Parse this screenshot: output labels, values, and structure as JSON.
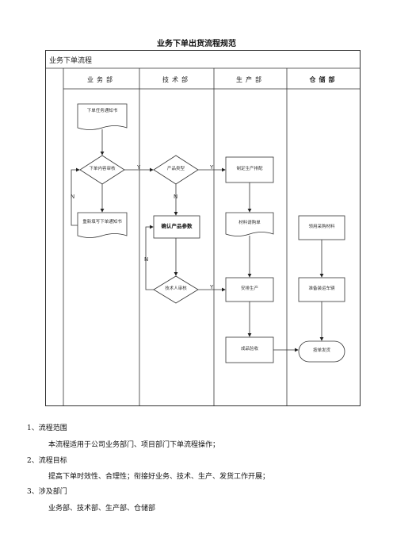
{
  "document": {
    "title": "业务下单出货流程规范"
  },
  "flowchart": {
    "frame_title": "业务下单流程",
    "lanes": [
      "业务部",
      "技术部",
      "生产部",
      "仓储部"
    ],
    "nodes": {
      "notice": "下单任务通知书",
      "sales_review": "下单内容审核",
      "revise_notice": "重新填写下单通知书",
      "product_type": "产品类型",
      "confirm_params": "确认产品参数",
      "tech_review": "技术人审核",
      "schedule": "制定生产排配",
      "material_prep": "材料请购单",
      "arrange_production": "安排生产",
      "final_inspection": "成品验收",
      "warehouse_material": "领用采购材料",
      "prepare_ship": "准备装运车辆",
      "ship": "按单发货"
    },
    "labels": {
      "yes": "Y",
      "no": "N"
    }
  },
  "sections": [
    {
      "num": "1、",
      "heading": "流程范围",
      "body": "本流程适用于公司业务部门、项目部门下单流程操作；"
    },
    {
      "num": "2、",
      "heading": "流程目标",
      "body": "提高下单时效性、合理性；衔接好业务、技术、生产、发货工作开展；"
    },
    {
      "num": "3、",
      "heading": "涉及部门",
      "body": "业务部、技术部、生产部、仓储部"
    }
  ]
}
